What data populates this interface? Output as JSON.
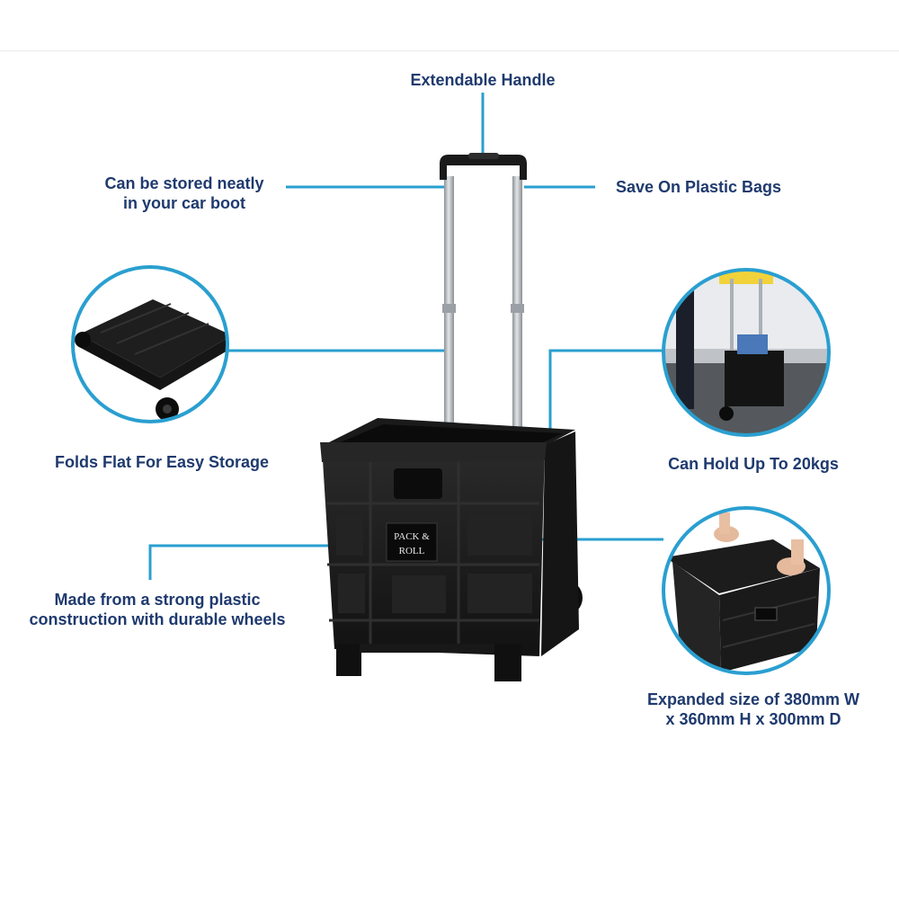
{
  "callouts": {
    "handle": "Extendable Handle",
    "stored": [
      "Can be stored neatly",
      "in your car boot"
    ],
    "bags": "Save On Plastic Bags",
    "folds": "Folds Flat For Easy Storage",
    "hold": "Can Hold Up To 20kgs",
    "made": [
      "Made from a strong plastic",
      "construction with durable wheels"
    ],
    "expanded": [
      "Expanded size of 380mm W",
      "x 360mm H x 300mm D"
    ]
  },
  "product": {
    "logo_line1": "PACK &",
    "logo_line2": "ROLL"
  },
  "colors": {
    "label_text": "#1f3a6e",
    "leader_line": "#2a9fd0",
    "crate": "#1c1c1c",
    "handle_metal": "#b9bdc1"
  }
}
